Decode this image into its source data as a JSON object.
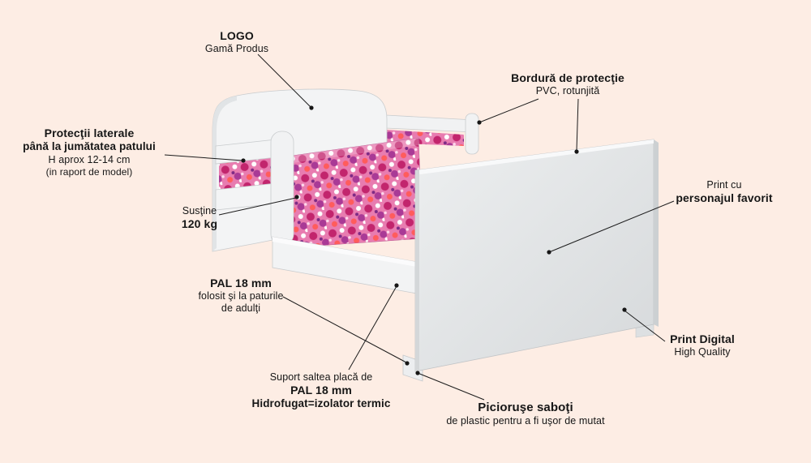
{
  "colors": {
    "background": "#fdede4",
    "text": "#161616",
    "bed_frame_white": "#f3f4f5",
    "footboard_gray": "#e3e6e8",
    "mattress_pink": "#e87cb0",
    "callout_line": "#1c1c1c"
  },
  "labels": {
    "logo": {
      "line1": "LOGO",
      "line2": "Gamă Produs"
    },
    "bordura": {
      "line1": "Bordură de protecţie",
      "line2": "PVC, rotunjită"
    },
    "protectii": {
      "line1": "Protecţii laterale",
      "line2": "până la jumătatea patului",
      "line3": "H aprox 12-14 cm",
      "line4": "(in raport de model)"
    },
    "sustine": {
      "line1": "Susţine",
      "line2": "120 kg"
    },
    "print_personaj": {
      "line1": "Print cu",
      "line2": "personajul favorit"
    },
    "pal": {
      "line1": "PAL 18 mm",
      "line2": "folosit şi la paturile",
      "line3": "de adulţi"
    },
    "print_digital": {
      "line1": "Print Digital",
      "line2": "High Quality"
    },
    "suport": {
      "line1": "Suport saltea placă de",
      "line2": "PAL 18 mm",
      "line3": "Hidrofugat=izolator termic"
    },
    "picioruse": {
      "line1": "Picioruşe saboţi",
      "line2": "de plastic pentru a fi uşor de mutat"
    }
  }
}
